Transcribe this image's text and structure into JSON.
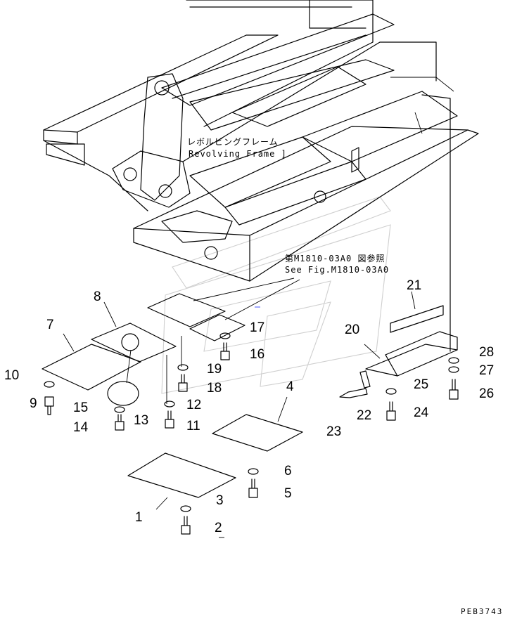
{
  "frame_label": {
    "jp": "レボルビングフレーム",
    "en": "Revolving Frame ]"
  },
  "reference_label": {
    "jp": "第M1810-03A0 図参照",
    "en": "See Fig.M1810-03A0"
  },
  "drawing_code": "PEB3743",
  "callouts": [
    "1",
    "2",
    "3",
    "4",
    "5",
    "6",
    "7",
    "8",
    "9",
    "10",
    "11",
    "12",
    "13",
    "14",
    "15",
    "16",
    "17",
    "18",
    "19",
    "20",
    "21",
    "22",
    "23",
    "24",
    "25",
    "26",
    "27",
    "28"
  ]
}
